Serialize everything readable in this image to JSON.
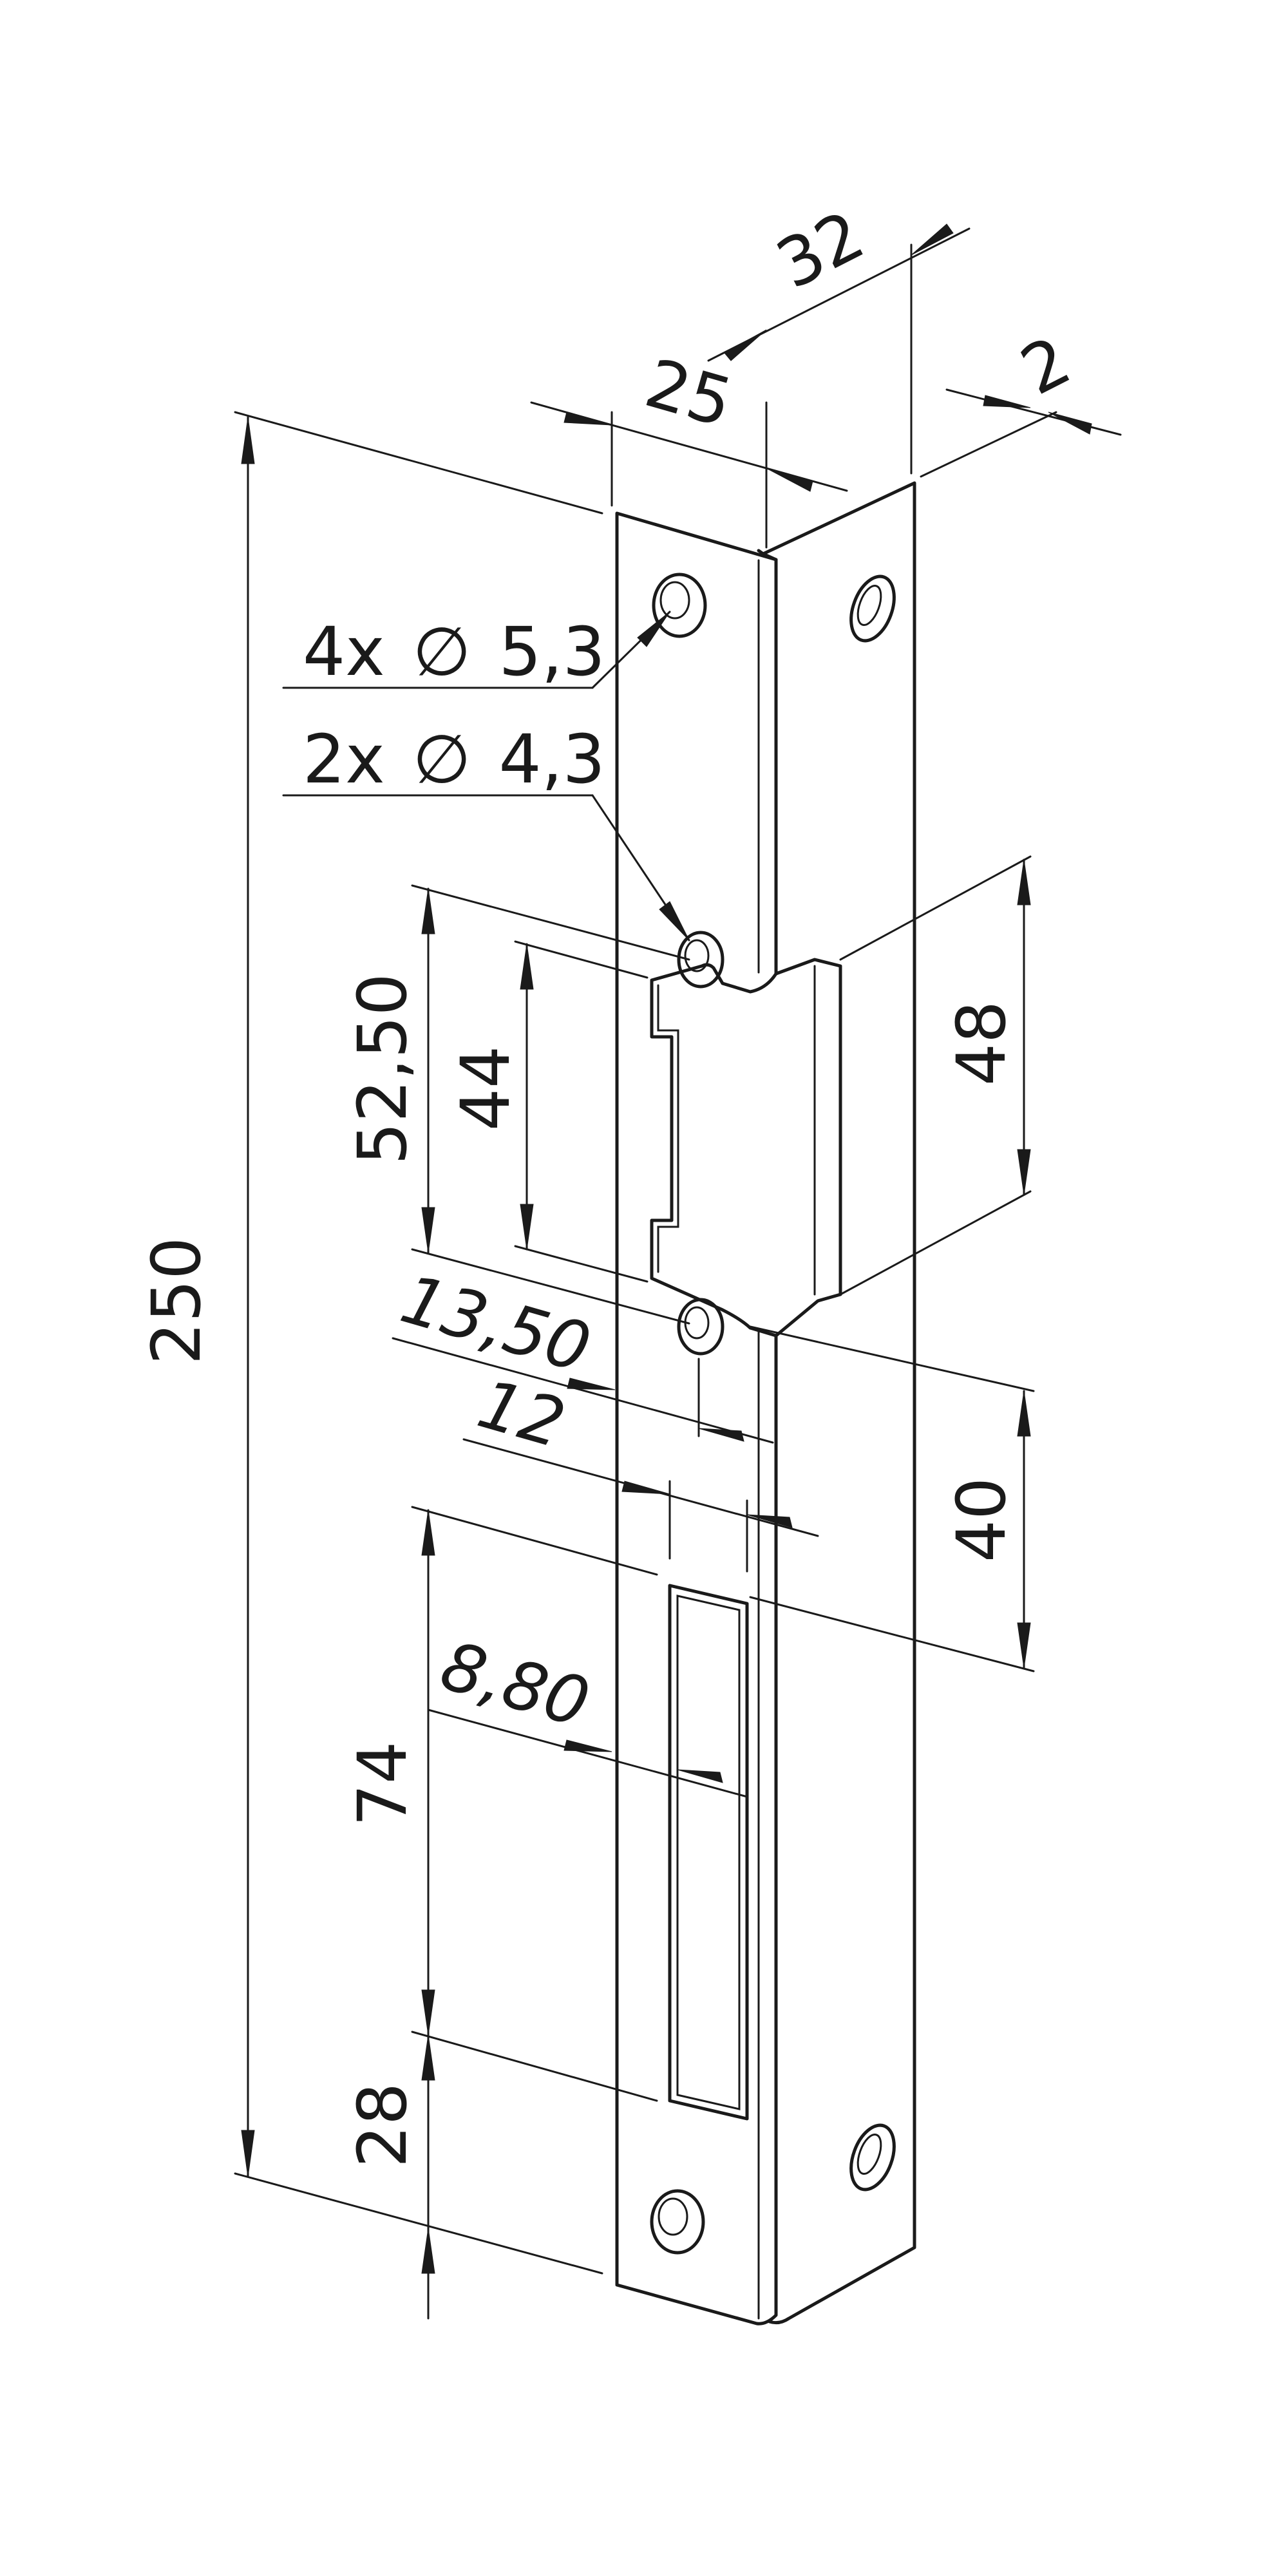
{
  "dimensions": {
    "d250": "250",
    "d25": "25",
    "d32": "32",
    "d2": "2",
    "d52_50": "52,50",
    "d44": "44",
    "d48": "48",
    "d13_50": "13,50",
    "d12": "12",
    "d40": "40",
    "d8_80": "8,80",
    "d74": "74",
    "d28": "28"
  },
  "callouts": {
    "holes_large": {
      "count": "4x",
      "symbol": "∅",
      "value": "5,3"
    },
    "holes_small": {
      "count": "2x",
      "symbol": "∅",
      "value": "4,3"
    }
  }
}
